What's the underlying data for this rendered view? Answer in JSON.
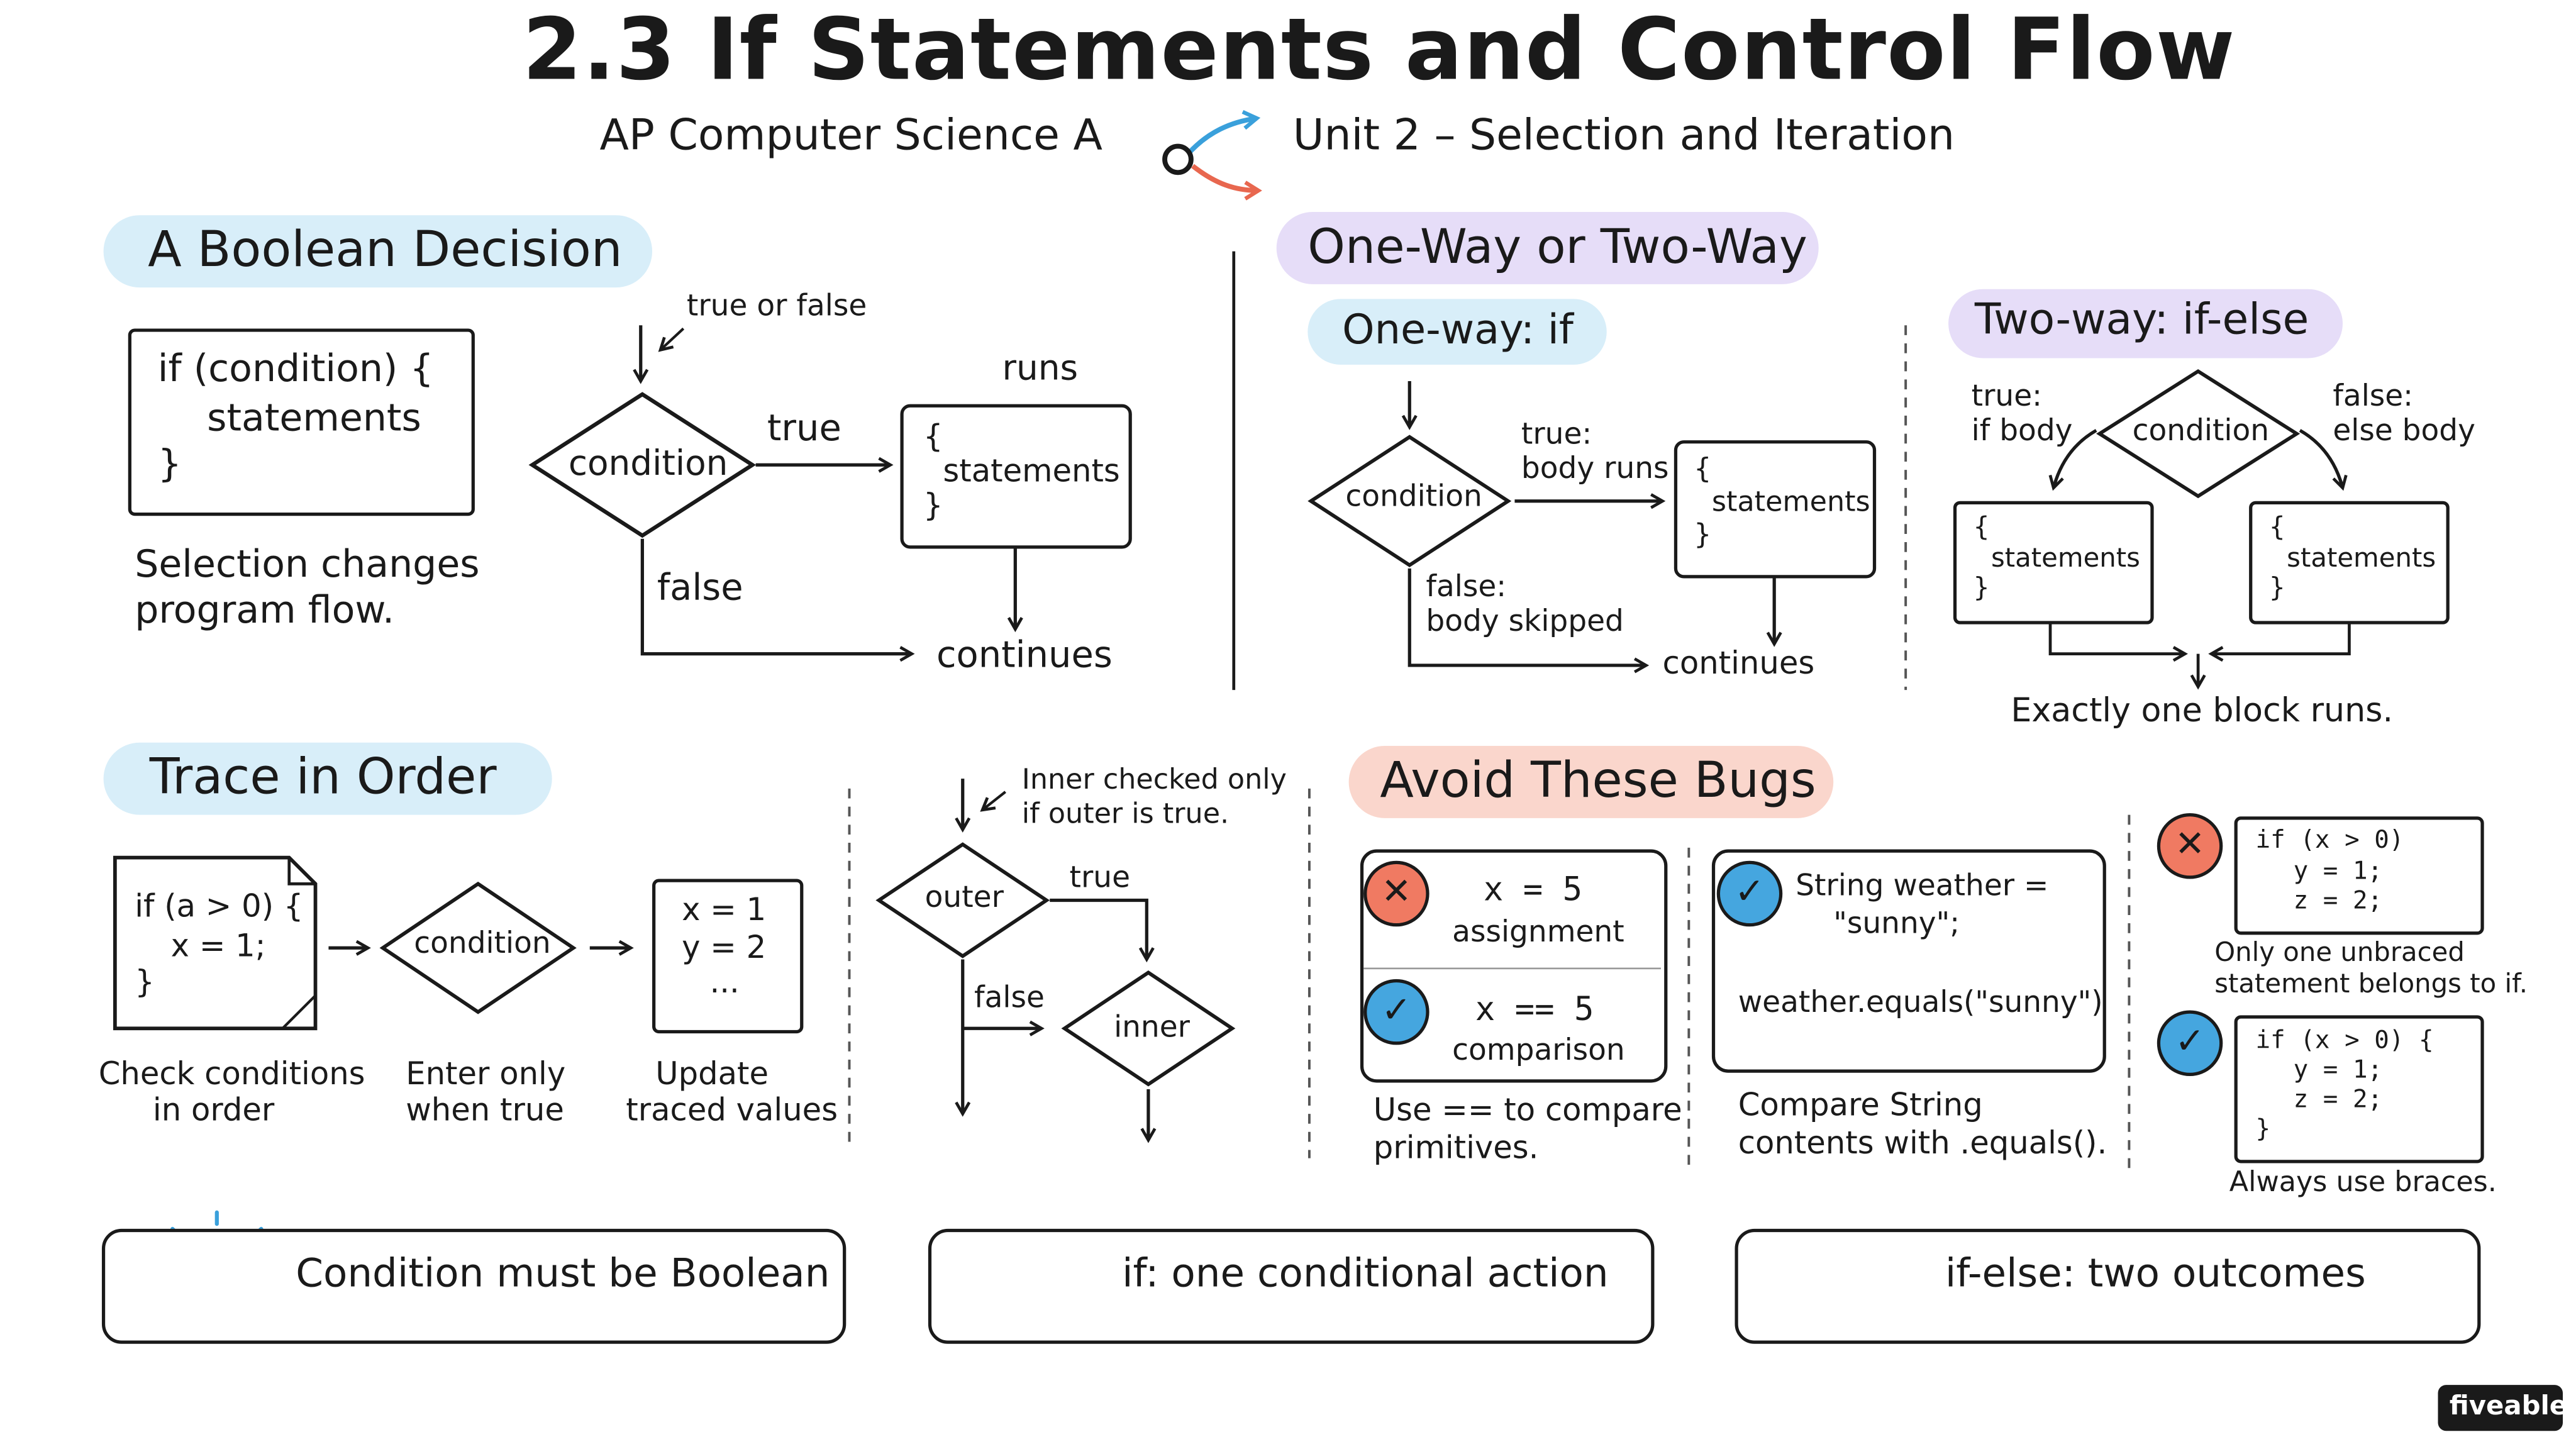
{
  "header": {
    "title": "2.3 If Statements and Control Flow",
    "course": "AP Computer Science A",
    "unit": "Unit 2 – Selection and Iteration"
  },
  "boolean_decision": {
    "heading": "A Boolean Decision",
    "code_line1": "if (condition) {",
    "code_line2": "statements",
    "code_line3": "}",
    "caption_line1": "Selection changes",
    "caption_line2": "program flow.",
    "note_true_false": "true or false",
    "condition": "condition",
    "true_label": "true",
    "runs_label": "runs",
    "block_open": "{",
    "block_statements": "statements",
    "block_close": "}",
    "false_label": "false",
    "continues": "continues"
  },
  "one_or_two_way": {
    "heading": "One-Way or Two-Way",
    "one_way": {
      "heading": "One-way: if",
      "condition": "condition",
      "true_line1": "true:",
      "true_line2": "body runs",
      "block_open": "{",
      "block_statements": "statements",
      "block_close": "}",
      "false_line1": "false:",
      "false_line2": "body skipped",
      "continues": "continues"
    },
    "two_way": {
      "heading": "Two-way: if-else",
      "condition": "condition",
      "true_line1": "true:",
      "true_line2": "if body",
      "false_line1": "false:",
      "false_line2": "else body",
      "left_open": "{",
      "left_statements": "statements",
      "left_close": "}",
      "right_open": "{",
      "right_statements": "statements",
      "right_close": "}",
      "caption": "Exactly one block runs."
    }
  },
  "trace": {
    "heading": "Trace in Order",
    "code_line1": "if (a > 0) {",
    "code_line2": "x = 1;",
    "code_line3": "}",
    "condition": "condition",
    "values_line1": "x = 1",
    "values_line2": "y = 2",
    "values_line3": "...",
    "caption1_line1": "Check conditions",
    "caption1_line2": "in order",
    "caption2_line1": "Enter only",
    "caption2_line2": "when true",
    "caption3_line1": "Update",
    "caption3_line2": "traced values"
  },
  "nested": {
    "note_line1": "Inner checked only",
    "note_line2": "if outer is true.",
    "outer": "outer",
    "true_label": "true",
    "false_label": "false",
    "inner": "inner"
  },
  "bugs": {
    "heading": "Avoid These Bugs",
    "wrong_code": "x = 5",
    "wrong_caption": "assignment",
    "right_code": "x == 5",
    "right_caption": "comparison",
    "primitives_line1": "Use == to compare",
    "primitives_line2": "primitives.",
    "string_line1": "String weather =",
    "string_line2": "\"sunny\";",
    "string_equals": "weather.equals(\"sunny\")",
    "string_caption_line1": "Compare String",
    "string_caption_line2": "contents with .equals().",
    "unbraced_line1": "if (x > 0)",
    "unbraced_line2": "y = 1;",
    "unbraced_line3": "z = 2;",
    "unbraced_caption_line1": "Only one unbraced",
    "unbraced_caption_line2": "statement belongs to if.",
    "braced_line1": "if (x > 0) {",
    "braced_line2": "y = 1;",
    "braced_line3": "z = 2;",
    "braced_line4": "}",
    "braced_caption": "Always use braces."
  },
  "summary": [
    {
      "icon": "lightbulb-icon",
      "label": "Condition must be Boolean",
      "underline": "#8ec9ee"
    },
    {
      "icon": "checklist-icon",
      "label": "if: one conditional action",
      "underline": "#f08a70"
    },
    {
      "icon": "branch-icon",
      "label": "if-else: two outcomes",
      "underline": "#c6b2ee"
    }
  ],
  "brand": "fiveable",
  "colors": {
    "blue_pill": "#d8eef9",
    "purple_pill": "#e6ddf8",
    "red_pill": "#fad6cc",
    "red_badge": "#f07a62",
    "blue_badge": "#45a6df",
    "arrow_blue": "#3aa0db",
    "arrow_red": "#e8674f"
  }
}
